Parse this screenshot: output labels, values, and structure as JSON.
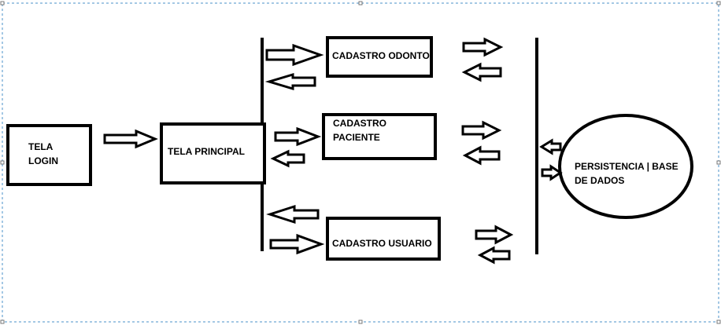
{
  "diagram": {
    "nodes": {
      "tela_login": "TELA\nLOGIN",
      "tela_principal": "TELA PRINCIPAL",
      "cadastro_odonto": "CADASTRO ODONTO",
      "cadastro_paciente": "CADASTRO\nPACIENTE",
      "cadastro_usuario": "CADASTRO USUARIO",
      "persistencia": "PERSISTENCIA | BASE\nDE DADOS"
    }
  }
}
